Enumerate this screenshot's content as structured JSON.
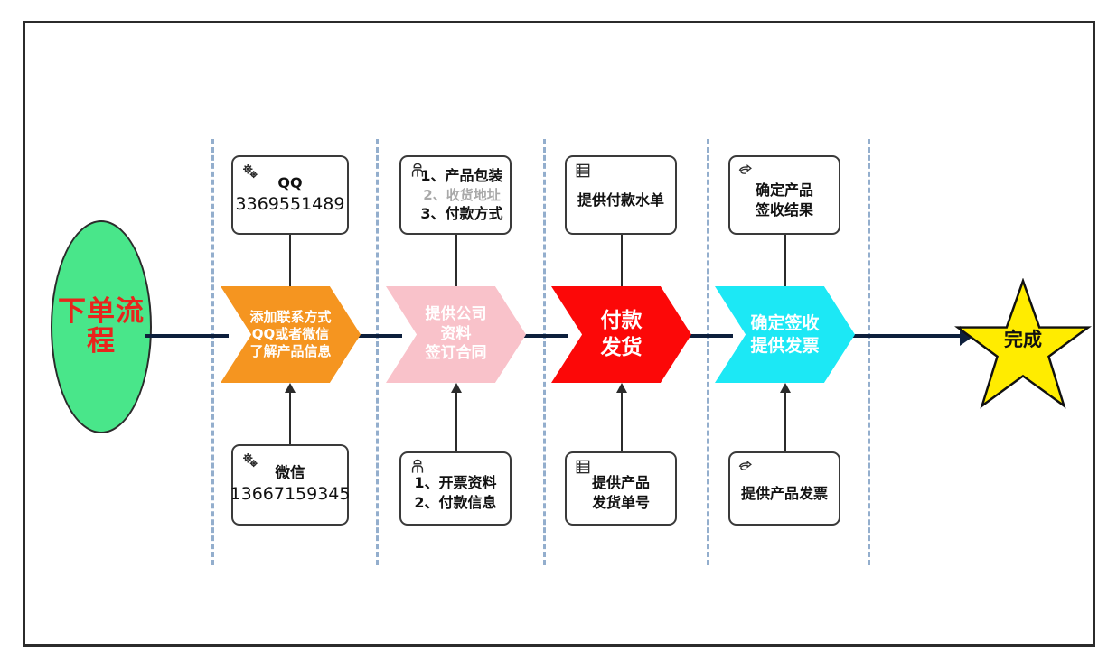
{
  "diagram": {
    "start": {
      "label": "下单流程",
      "fill": "#49e68a",
      "text_color": "#e8241c"
    },
    "end": {
      "label": "完成",
      "fill": "#ffec00",
      "text_color": "#111111"
    },
    "connector_color": "#0d1f3c",
    "divider_color": "#93aecd",
    "stages": [
      {
        "id": "stage-1",
        "chevron": {
          "lines": [
            "添加联系方式",
            "QQ或者微信",
            "了解产品信息"
          ],
          "fill": "#f59520",
          "text_color": "#ffffff",
          "font_size": 15
        },
        "top_note": {
          "icon": "gears-icon",
          "lines": [
            "QQ",
            "3369551489"
          ]
        },
        "bottom_note": {
          "icon": "gears-icon",
          "lines": [
            "微信",
            "13667159345"
          ]
        }
      },
      {
        "id": "stage-2",
        "chevron": {
          "lines": [
            "提供公司",
            "资料",
            "签订合同"
          ],
          "fill": "#f9c2ca",
          "text_color": "#ffffff",
          "font_size": 17
        },
        "top_note": {
          "icon": "person-icon",
          "lines": [
            "1、产品包装",
            "2、收货地址",
            "3、付款方式"
          ],
          "muted_index": 1
        },
        "bottom_note": {
          "icon": "person-icon",
          "lines": [
            "1、开票资料",
            "2、付款信息"
          ]
        }
      },
      {
        "id": "stage-3",
        "chevron": {
          "lines": [
            "付款",
            "发货"
          ],
          "fill": "#fc0808",
          "text_color": "#ffffff",
          "font_size": 23
        },
        "top_note": {
          "icon": "list-icon",
          "lines": [
            "提供付款水单"
          ]
        },
        "bottom_note": {
          "icon": "list-icon",
          "lines": [
            "提供产品",
            "发货单号"
          ]
        }
      },
      {
        "id": "stage-4",
        "chevron": {
          "lines": [
            "确定签收",
            "提供发票"
          ],
          "fill": "#1ce8f5",
          "text_color": "#ffffff",
          "font_size": 19
        },
        "top_note": {
          "icon": "pointing-hand-icon",
          "lines": [
            "确定产品",
            "签收结果"
          ]
        },
        "bottom_note": {
          "icon": "pointing-hand-icon",
          "lines": [
            "提供产品发票"
          ]
        }
      }
    ]
  }
}
